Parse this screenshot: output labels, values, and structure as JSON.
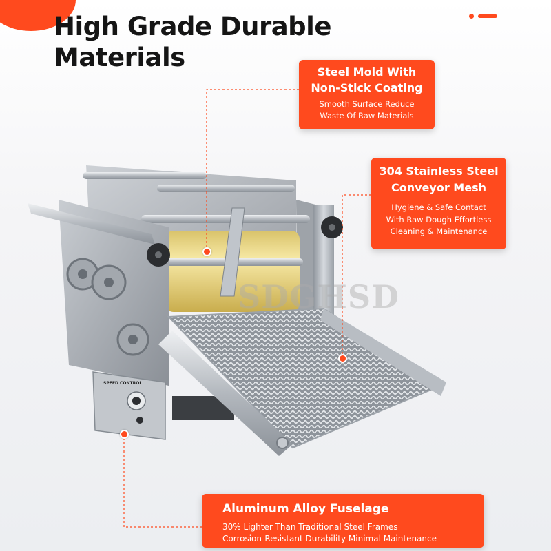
{
  "heading": {
    "line1": "High Grade Durable",
    "line2": "Materials"
  },
  "callouts": {
    "mold": {
      "title1": "Steel Mold With",
      "title2": "Non-Stick Coating",
      "desc1": "Smooth Surface Reduce",
      "desc2": "Waste Of Raw Materials"
    },
    "mesh": {
      "title1": "304 Stainless Steel",
      "title2": "Conveyor Mesh",
      "desc1": "Hygiene & Safe Contact",
      "desc2": "With Raw Dough Effortless",
      "desc3": "Cleaning & Maintenance"
    },
    "fuselage": {
      "title": "Aluminum Alloy Fuselage",
      "desc1": "30% Lighter Than Traditional Steel Frames",
      "desc2": "Corrosion-Resistant Durability Minimal Maintenance"
    }
  },
  "control_panel": {
    "label": "SPEED CONTROL"
  },
  "watermark": "SDGHSD",
  "colors": {
    "accent": "#ff4a1e",
    "title": "#151515",
    "steel": "#b9bec4",
    "roller": "#e8d27a"
  }
}
